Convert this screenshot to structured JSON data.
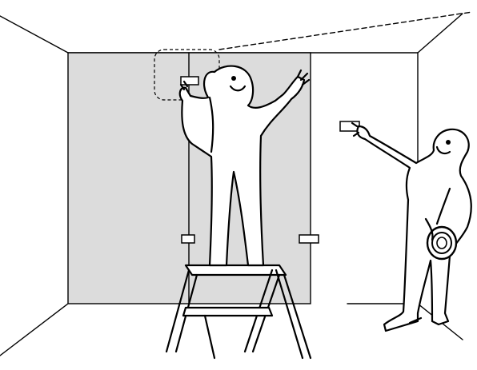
{
  "illustration": {
    "description_kind": "wordless assembly instruction",
    "panel_fill": "#dcdcdc",
    "line_color": "#000000",
    "background": "#ffffff",
    "people": 2,
    "ladder_steps": 2,
    "labels_on_panel": 3
  }
}
